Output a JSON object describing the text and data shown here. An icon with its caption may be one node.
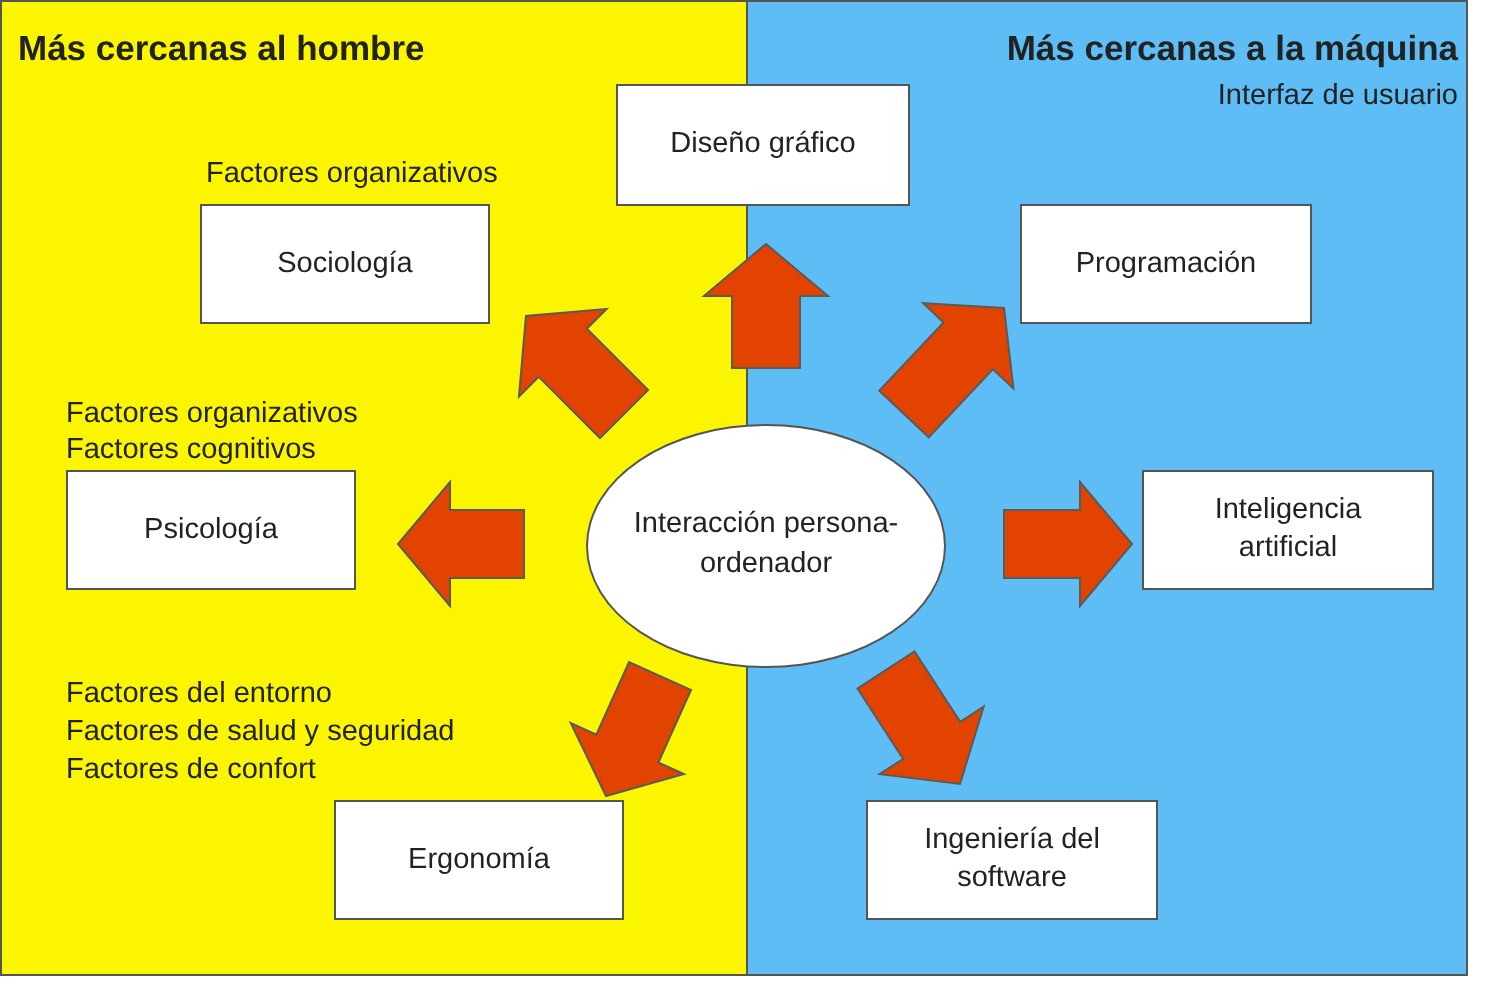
{
  "diagram": {
    "nodes": [
      {
        "text": [
          "Más cercanas al hombre"
        ]
      },
      {
        "text": [
          "Más cercanas a la máquina",
          "Interfaz de usuario"
        ]
      },
      {
        "text": [
          "Diseño gráfico"
        ]
      },
      {
        "text": [
          "Sociología"
        ],
        "in": 0,
        "beside": [
          "Factores organizativos"
        ]
      },
      {
        "text": [
          "Programación"
        ],
        "in": 1
      },
      {
        "text": [
          "Psicología"
        ],
        "in": 0,
        "beside": [
          "Factores organizativos",
          "Factores cognitivos"
        ]
      },
      {
        "text": [
          "Interacción persona-ordenador"
        ]
      },
      {
        "text": [
          "Inteligencia artificial"
        ],
        "in": 1
      },
      {
        "text": [
          "Ergonomía"
        ],
        "in": 0,
        "beside": [
          "Factores del entorno",
          "Factores de salud y seguridad",
          "Factores de confort"
        ]
      },
      {
        "text": [
          "Ingeniería del software"
        ],
        "in": 1
      }
    ],
    "edges": [
      {
        "from": 6,
        "to": 2,
        "arrow": "to"
      },
      {
        "from": 6,
        "to": 3,
        "arrow": "to"
      },
      {
        "from": 6,
        "to": 4,
        "arrow": "to"
      },
      {
        "from": 6,
        "to": 5,
        "arrow": "to"
      },
      {
        "from": 6,
        "to": 7,
        "arrow": "to"
      },
      {
        "from": 6,
        "to": 8,
        "arrow": "to"
      },
      {
        "from": 6,
        "to": 9,
        "arrow": "to"
      }
    ]
  }
}
